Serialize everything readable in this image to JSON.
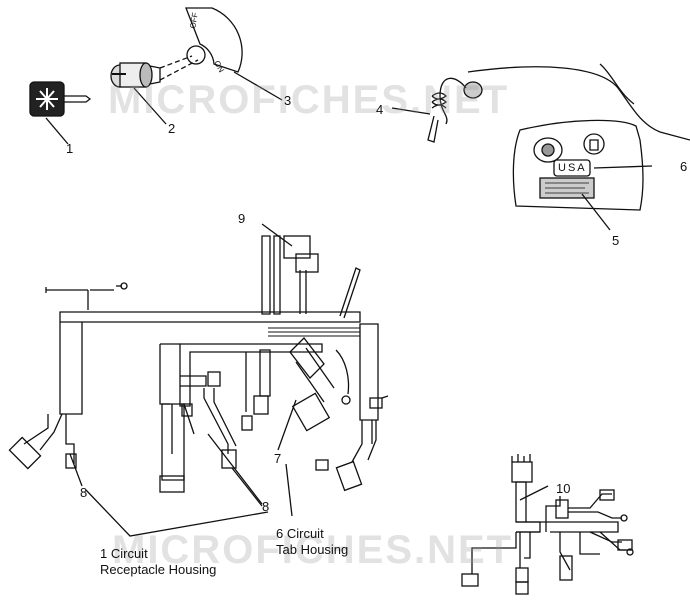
{
  "watermark": "MICROFICHES.NET",
  "callouts": {
    "c1": "1",
    "c2": "2",
    "c3": "3",
    "c4": "4",
    "c5": "5",
    "c6": "6",
    "c7": "7",
    "c8a": "8",
    "c8b": "8",
    "c9": "9",
    "c10": "10"
  },
  "dial": {
    "off": "OFF",
    "on": "ON"
  },
  "decal_usa": "USA",
  "captions": {
    "one_circuit_line1": "1 Circuit",
    "one_circuit_line2": "Receptacle Housing",
    "six_circuit_line1": "6 Circuit",
    "six_circuit_line2": "Tab Housing"
  }
}
